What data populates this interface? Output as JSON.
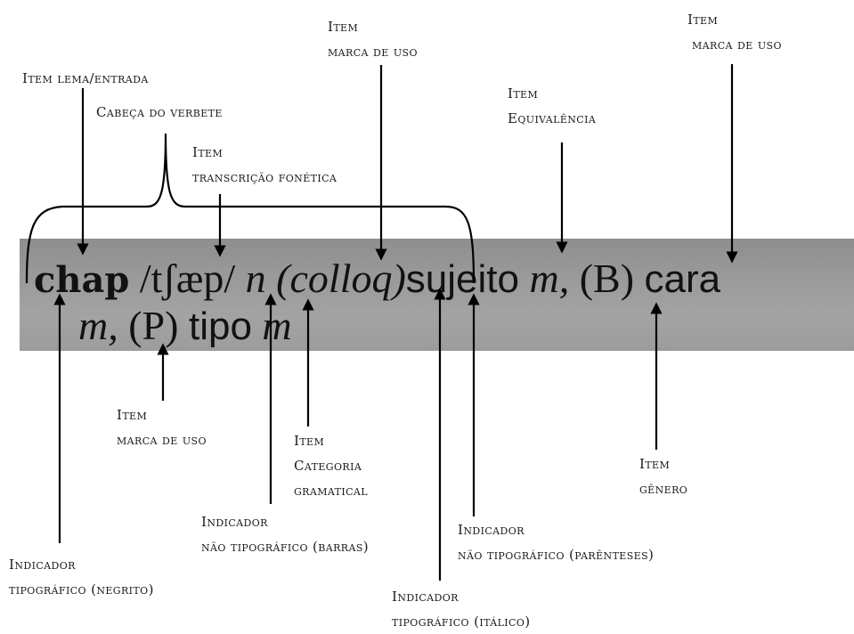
{
  "entry": {
    "line1": {
      "headword": "chap",
      "transcription": "/tʃæp/",
      "pos": "n",
      "usage_mark": "(colloq)",
      "equivalent": "sujeito",
      "gender1": "m,",
      "region_b": "(B)",
      "equivalent_b": "cara"
    },
    "line2": {
      "gender": "m,",
      "region_p": "(P)",
      "equivalent_p": "tipo",
      "gender_p": "m"
    }
  },
  "labels": {
    "item_lema": "Item lema/entrada",
    "cabeca": "Cabeça do verbete",
    "transcricao": [
      "Item",
      "transcrição fonética"
    ],
    "marca_uso_top": [
      "Item",
      "marca de uso"
    ],
    "equivalencia": [
      "Item",
      "Equivalência"
    ],
    "marca_uso_right": [
      "Item",
      "marca de uso"
    ],
    "marca_uso_bottom": [
      "Item",
      "marca de uso"
    ],
    "categoria": [
      "Item",
      "Categoria",
      "gramatical"
    ],
    "genero": [
      "Item",
      "gênero"
    ],
    "barras": [
      "Indicador",
      "não tipográfico (barras)"
    ],
    "negrito": [
      "Indicador",
      "tipográfico (negrito)"
    ],
    "parenteses": [
      "Indicador",
      "não tipográfico (parênteses)"
    ],
    "italico": [
      "Indicador",
      "tipográfico (itálico)"
    ]
  }
}
